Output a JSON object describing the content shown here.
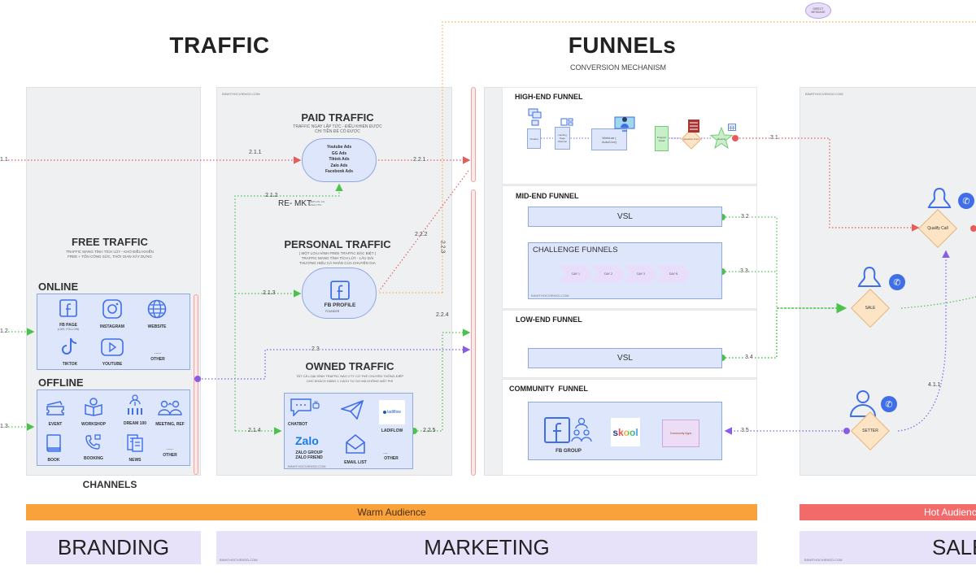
{
  "headers": {
    "traffic_title": "TRAFFIC",
    "funnels_title": "FUNNELs",
    "funnels_subtitle": "CONVERSION MECHANISM"
  },
  "watermark": "BINHTHOCVIENSO.COM",
  "direct_message": "DIRECT MESSAGE",
  "free_traffic": {
    "title": "FREE TRAFFIC",
    "desc_line1": "TRAFFIC MANG TÍNH TÍCH LŨY - KHÓ ĐIỀU KHIỂN",
    "desc_line2": "FREE + TỐN CÔNG SỨC, THỜI GIAN XÂY DỰNG",
    "online_title": "ONLINE",
    "online_items": [
      {
        "icon": "facebook-icon",
        "label": "FB PAGE",
        "sub": "(LIKE, FOLLOW)"
      },
      {
        "icon": "instagram-icon",
        "label": "INSTAGRAM",
        "sub": ""
      },
      {
        "icon": "globe-icon",
        "label": "WEBSITE",
        "sub": ""
      },
      {
        "icon": "tiktok-icon",
        "label": "TIKTOK",
        "sub": ""
      },
      {
        "icon": "youtube-icon",
        "label": "YOUTUBE",
        "sub": ""
      },
      {
        "icon": "ellipsis-icon",
        "label": "OTHER",
        "sub": ""
      }
    ],
    "offline_title": "OFFLINE",
    "offline_items": [
      {
        "icon": "ticket-icon",
        "label": "EVENT"
      },
      {
        "icon": "book-open-icon",
        "label": "WORKSHOP"
      },
      {
        "icon": "network-person-icon",
        "label": "DREAM 100"
      },
      {
        "icon": "meeting-icon",
        "label": "MEETING, REF"
      },
      {
        "icon": "book-icon",
        "label": "BOOK"
      },
      {
        "icon": "phone-booking-icon",
        "label": "BOOKING"
      },
      {
        "icon": "news-icon",
        "label": "NEWS"
      },
      {
        "icon": "ellipsis-icon",
        "label": "OTHER"
      }
    ],
    "channels_label": "CHANNELS"
  },
  "paid_traffic": {
    "title": "PAID TRAFFIC",
    "desc_line1": "TRAFFIC NGAY LẬP TỨC - ĐIỀU KHIỂN ĐƯỢC",
    "desc_line2": "CHI TIỀN ĐỂ CÓ ĐƯỢC",
    "ads": [
      "Youtube Ads",
      "GG Ads",
      "Tiktok Ads",
      "Zalo Ads",
      "Facebook Ads"
    ],
    "remkt_label": "RE- MKT",
    "remkt_sub": "REPLAN, GG ANALYTIC"
  },
  "personal_traffic": {
    "title": "PERSONAL TRAFFIC",
    "desc_line1": "( MỘT LOẠI HÌNH FREE TRAFFIC ĐẶC BIỆT )",
    "desc_line2": "TRAFFIC MANG TÍNH TÍCH LŨY - LÂU DÀI",
    "desc_line3": "THƯƠNG HIỆU CÁ NHÂN CỦA CHUYÊN GIA",
    "profile_label": "FB PROFILE",
    "profile_sub": "FOUNDER"
  },
  "owned_traffic": {
    "title": "OWNED TRAFFIC",
    "desc_line1": "TẤT CẢ LOẠI HÌNH TRAFFIC NÀO CTY CÓ THỂ CHUYỂN THÔNG ĐIỆP",
    "desc_line2": "CHO KHÁCH HÀNG 1 CÁCH TỰ DO MÀ KHÔNG MẤT PHÍ",
    "items": [
      {
        "icon": "chatbot-icon",
        "label": "CHATBOT"
      },
      {
        "icon": "telegram-icon",
        "label": ""
      },
      {
        "icon": "ladiflow-logo",
        "label": "LADIFLOW",
        "logo_text": "ladiflow"
      },
      {
        "icon": "zalo-logo",
        "label": "ZALO GROUP",
        "label2": "ZALO FRIEND",
        "logo_text": "Zalo"
      },
      {
        "icon": "email-icon",
        "label": "EMAIL LIST"
      },
      {
        "icon": "ellipsis-icon",
        "label": "OTHER"
      }
    ]
  },
  "connectors": {
    "c1_1": "1.1",
    "c1_2": "1.2",
    "c1_3": "1.3",
    "c2_1_1": "2.1.1",
    "c2_1_2": "2.1.2",
    "c2_1_3": "2.1.3",
    "c2_1_4": "2.1.4",
    "c2_2_1": "2.2.1",
    "c2_2_2": "2.2.2",
    "c2_2_3": "2.2.3",
    "c2_2_4": "2.2.4",
    "c2_2_5": "2.2.5",
    "c2_3": "2.3",
    "c3_1": "3.1",
    "c3_2": "3.2",
    "c3_3": "3.3",
    "c3_4": "3.4",
    "c3_5": "3.5",
    "c4_1_1": "4.1.1"
  },
  "funnels": {
    "high_end": {
      "title": "HIGH-END FUNNEL",
      "steps": [
        "Chatbot",
        "Landing Page Webinar",
        "Webinar ( Auto/Live)",
        "Program Detail",
        "Question Form",
        "Meeting"
      ]
    },
    "mid_end": {
      "title": "MID-END FUNNEL",
      "vsl_label": "VSL",
      "challenge_title": "CHALLENGE FUNNELS",
      "days": [
        "DAY 1",
        "DAY 2",
        "DAY 3",
        "DAY N"
      ]
    },
    "low_end": {
      "title": "LOW-END FUNNEL",
      "vsl_label": "VSL"
    },
    "community": {
      "title": "COMMUNITY  FUNNEL",
      "fb_group_label": "FB GROUP",
      "skool_label": "skool",
      "apps_label": "Community Apps"
    }
  },
  "sales": {
    "qualify_call": "Qualify Call",
    "sale": "SALE",
    "setter": "SETTER"
  },
  "bands": {
    "warm": "Warm Audience",
    "hot": "Hot Audience",
    "warm_color": "#f9a23c",
    "hot_color": "#f26a6a"
  },
  "sections": {
    "branding": "BRANDING",
    "marketing": "MARKETING",
    "sales": "SALES"
  },
  "colors": {
    "red_flow": "#e85b5b",
    "green_flow": "#4cc24c",
    "purple_flow": "#8a5ce6",
    "orange_flow": "#f4b04c",
    "icon_blue": "#3f6ee8"
  }
}
